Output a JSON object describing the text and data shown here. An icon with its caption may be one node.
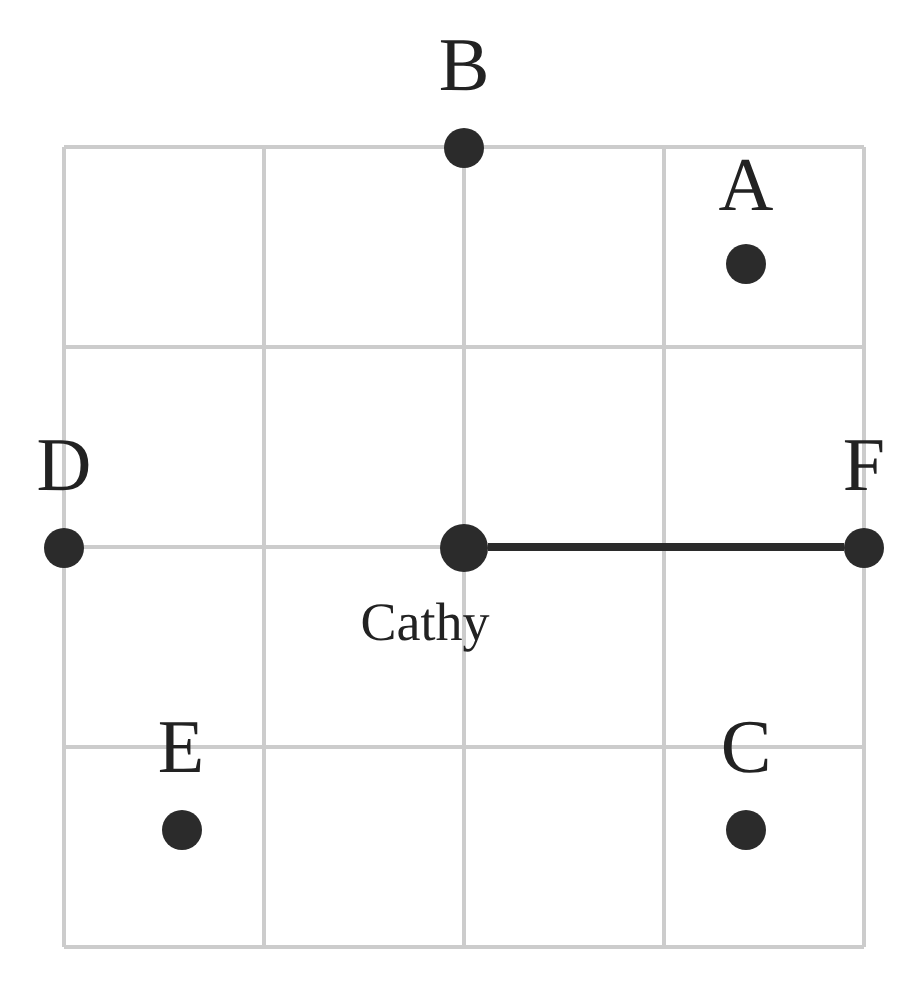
{
  "diagram": {
    "nodes": [
      {
        "text": [],
        "shape": "circle",
        "beside": [
          "B"
        ]
      },
      {
        "text": [],
        "shape": "circle",
        "beside": [
          "A"
        ]
      },
      {
        "text": [],
        "shape": "circle",
        "beside": [
          "D"
        ]
      },
      {
        "text": [],
        "shape": "circle",
        "beside": [
          "Cathy"
        ]
      },
      {
        "text": [],
        "shape": "circle",
        "beside": [
          "F"
        ]
      },
      {
        "text": [],
        "shape": "circle",
        "beside": [
          "E"
        ]
      },
      {
        "text": [],
        "shape": "circle",
        "beside": [
          "C"
        ]
      }
    ],
    "edges": [
      {
        "from": 3,
        "to": 4,
        "arrow": "none"
      }
    ]
  }
}
